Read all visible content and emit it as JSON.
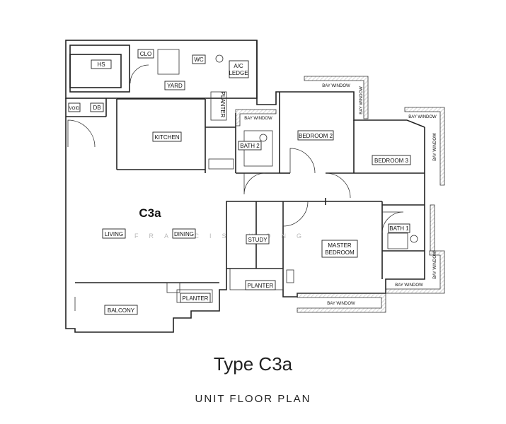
{
  "unit_code": "C3a",
  "watermark": "FRANCIS WONG",
  "title": "Type C3a",
  "subtitle": "UNIT FLOOR PLAN",
  "rooms": {
    "hs": "HS",
    "clo": "CLO",
    "wc": "WC",
    "ac_ledge_1": "A/C",
    "ac_ledge_2": "LEDGE",
    "yard": "YARD",
    "planter_vertical": "PLANTER",
    "void": "VOID",
    "db": "DB",
    "kitchen": "KITCHEN",
    "bath2": "BATH 2",
    "bedroom2": "BEDROOM 2",
    "bedroom3": "BEDROOM 3",
    "living": "LIVING",
    "dining": "DINING",
    "study": "STUDY",
    "master_1": "MASTER",
    "master_2": "BEDROOM",
    "bath1": "BATH 1",
    "planter_study": "PLANTER",
    "planter_balcony": "PLANTER",
    "balcony": "BALCONY"
  },
  "bay_windows": {
    "top": "BAY WINDOW",
    "top_vertical": "BAY WINDOW",
    "bath2": "BAY WINDOW",
    "bedroom3_top": "BAY WINDOW",
    "bedroom3_side": "BAY WINDOW",
    "bath1_bottom": "BAY WINDOW",
    "bath1_side": "BAY WINDOW",
    "master_bottom": "BAY WINDOW"
  }
}
